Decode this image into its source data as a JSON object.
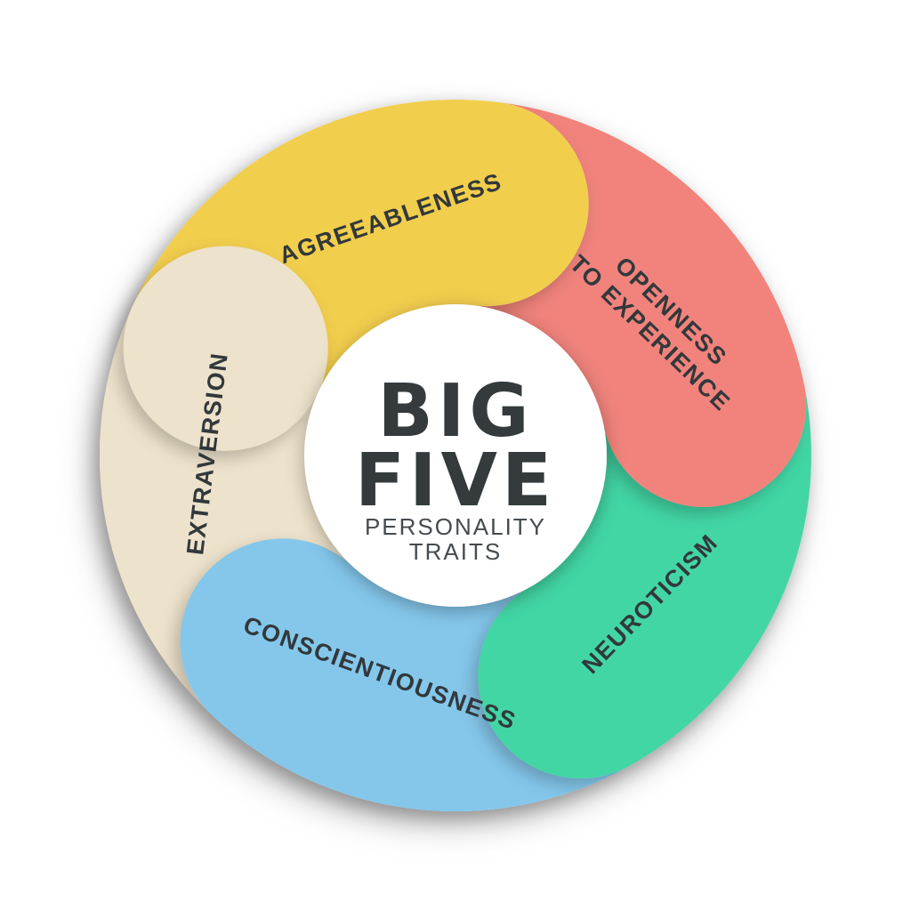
{
  "background_color": "#FFFFFF",
  "center": {
    "title_line1": "BIG",
    "title_line2": "FIVE",
    "subtitle_line1": "PERSONALITY",
    "subtitle_line2": "TRAITS",
    "title_color": "#343A3E",
    "subtitle_color": "#454B50",
    "circle_color": "#FFFFFF"
  },
  "label_color": "#30373B",
  "segments": [
    {
      "label": "AGREEABLENESS",
      "color": "#F2CE4E"
    },
    {
      "label": "OPENNESS",
      "label_line2": "TO EXPERIENCE",
      "color": "#F1837C"
    },
    {
      "label": "NEUROTICISM",
      "color": "#43D6A5"
    },
    {
      "label": "CONSCIENTIOUSNESS",
      "color": "#84C7EB"
    },
    {
      "label": "EXTRAVERSION",
      "color": "#EDE2CB"
    }
  ]
}
